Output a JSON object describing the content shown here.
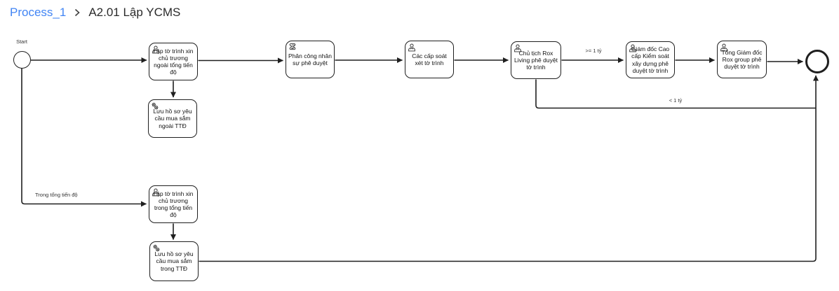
{
  "breadcrumb": {
    "process_link": "Process_1",
    "current": "A2.01 Lập YCMS"
  },
  "colors": {
    "link_blue": "#4285f4",
    "stroke": "#1f1f1f",
    "background": "#ffffff"
  },
  "diagram": {
    "start_event": {
      "label": "Start"
    },
    "tasks": [
      {
        "id": "lap-to-trinh-ngoai-ttd",
        "type": "user",
        "label": "Lập tờ trình xin chủ trương ngoài tổng tiến độ"
      },
      {
        "id": "luu-ho-so-ngoai-ttd",
        "type": "service",
        "label": "Lưu hồ sơ yêu cầu mua sắm ngoài TTĐ"
      },
      {
        "id": "phan-cong-nhan-su",
        "type": "script",
        "label": "Phân công nhân sự phê duyệt"
      },
      {
        "id": "cac-cap-soat-xet",
        "type": "user",
        "label": "Các cấp soát xét tờ trình"
      },
      {
        "id": "chu-tich-rox-living",
        "type": "user",
        "label": "Chủ tịch Rox Living phê duyệt tờ trình"
      },
      {
        "id": "giam-doc-cao-cap",
        "type": "user",
        "label": "Giám đốc Cao cấp Kiểm soát xây dựng phê duyệt tờ trình"
      },
      {
        "id": "tong-giam-doc-rox",
        "type": "user",
        "label": "Tổng Giám đốc Rox group phê duyệt tờ trình"
      },
      {
        "id": "lap-to-trinh-trong-ttd",
        "type": "user",
        "label": "Lập tờ trình xin chủ trương trong tổng tiến độ"
      },
      {
        "id": "luu-ho-so-trong-ttd",
        "type": "service",
        "label": "Lưu hồ sơ yêu cầu mua sắm trong TTĐ"
      }
    ],
    "flow_labels": {
      "ge_1_ty": ">= 1 tỷ",
      "lt_1_ty": "< 1 tỷ",
      "trong_tong_tien_do": "Trong tổng tiến độ"
    }
  }
}
